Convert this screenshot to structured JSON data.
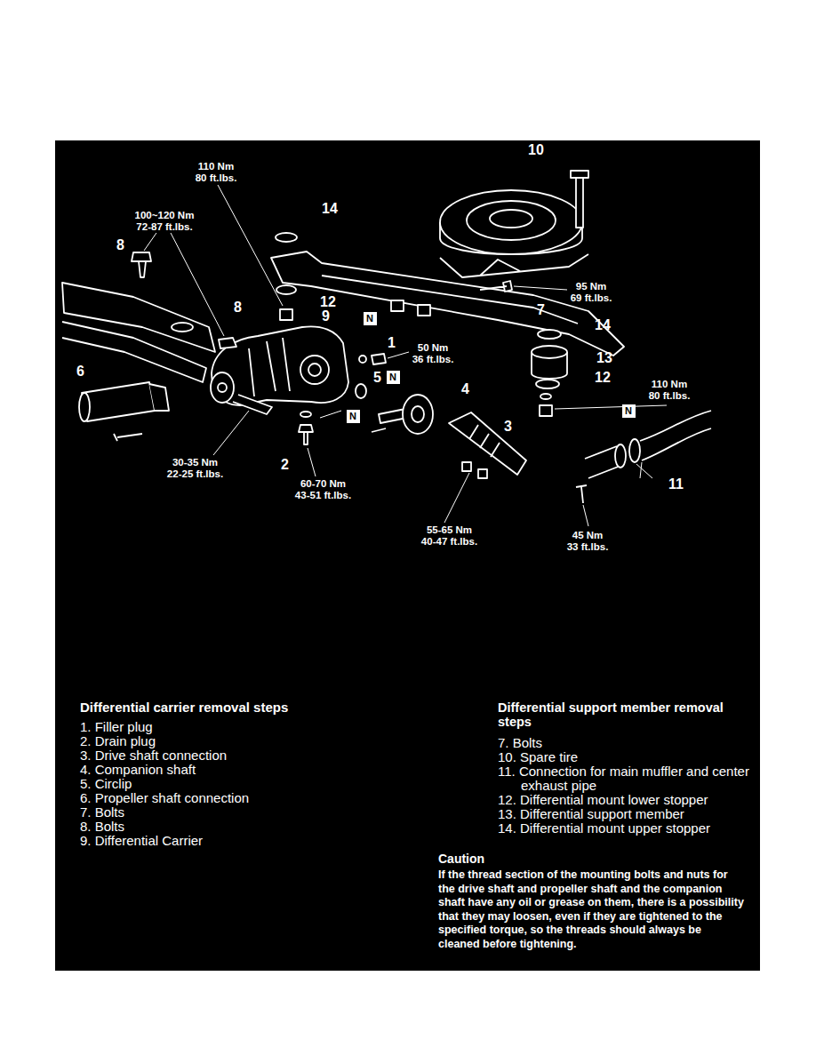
{
  "diagram": {
    "nodes": [
      {
        "text": [
          "N"
        ]
      },
      {
        "text": [
          "N"
        ]
      },
      {
        "text": [
          "N"
        ]
      },
      {
        "text": [
          "N"
        ]
      }
    ],
    "labels": [
      "10",
      "110 Nm 80 ft.lbs.",
      "100~120 Nm 72-87 ft.lbs.",
      "14",
      "8",
      "8",
      "12",
      "9",
      "1",
      "50 Nm 36 ft.lbs.",
      "95 Nm 69 ft.lbs.",
      "7",
      "14",
      "13",
      "12",
      "110 Nm 80 ft.lbs.",
      "6",
      "5",
      "4",
      "3",
      "30-35 Nm 22-25 ft.lbs.",
      "2",
      "60-70 Nm 43-51 ft.lbs.",
      "11",
      "55-65 Nm 40-47 ft.lbs.",
      "45 Nm 33 ft.lbs.",
      "Differential carrier removal steps",
      "1. Filler plug",
      "2. Drain plug",
      "3. Drive shaft connection",
      "4. Companion shaft",
      "5. Circlip",
      "6. Propeller shaft connection",
      "7. Bolts",
      "8. Bolts",
      "9. Differential Carrier",
      "Differential support member removal steps",
      "7. Bolts",
      "10. Spare tire",
      "11. Connection for main muffler and center exhaust pipe",
      "12. Differential mount lower stopper",
      "13. Differential support member",
      "14. Differential mount upper stopper",
      "Caution",
      "If the thread section of the mounting bolts and nuts for the drive shaft and propeller shaft and the companion shaft have any oil or grease on them, there is a possibility that they may loosen, even if they are tightened to the specified torque, so the threads should always be cleaned before tightening."
    ]
  }
}
